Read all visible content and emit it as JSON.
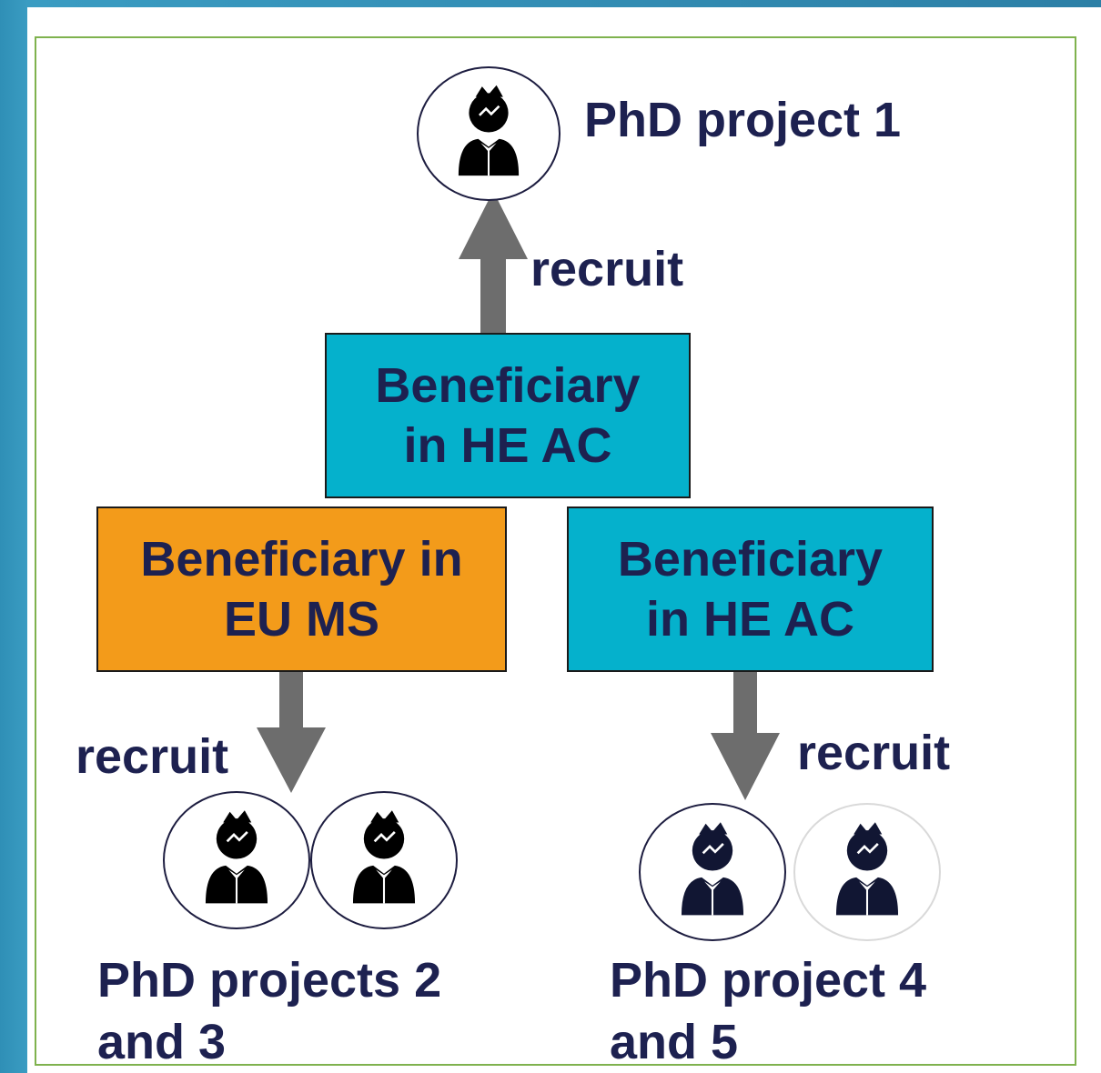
{
  "top": {
    "label": "PhD project 1",
    "recruit_label": "recruit"
  },
  "center_box": {
    "line1": "Beneficiary",
    "line2": "in HE AC"
  },
  "left_box": {
    "line1": "Beneficiary in",
    "line2": "EU MS"
  },
  "right_box": {
    "line1": "Beneficiary",
    "line2": "in HE AC"
  },
  "left_bottom": {
    "recruit_label": "recruit",
    "line1": "PhD projects 2",
    "line2": "and 3"
  },
  "right_bottom": {
    "recruit_label": "recruit",
    "line1": "PhD project 4",
    "line2": "and 5"
  },
  "colors": {
    "teal": "#05b1cc",
    "orange": "#f39b1a",
    "text": "#1d2150",
    "arrow": "#6d6d6d",
    "frame": "#7fb24e"
  }
}
